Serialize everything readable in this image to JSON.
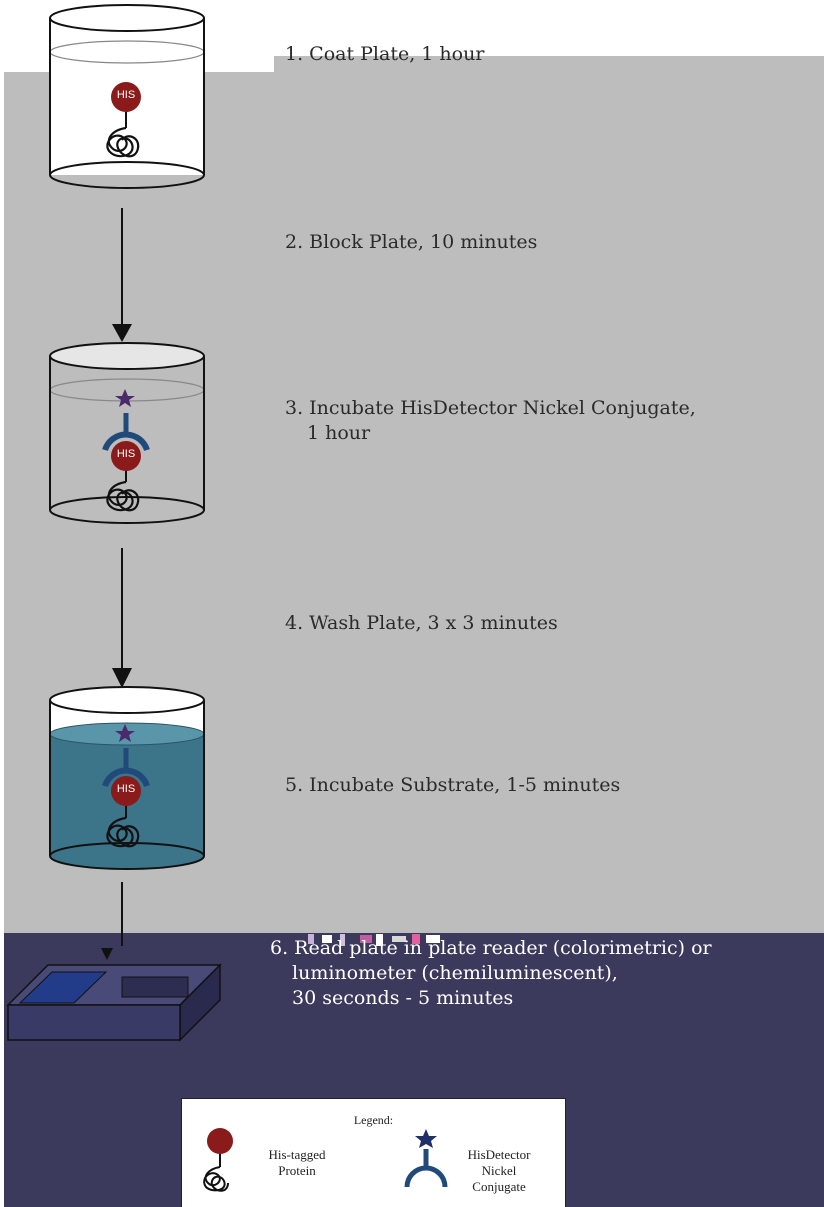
{
  "steps": [
    {
      "id": 1,
      "lines": [
        "1. Coat Plate, 1 hour"
      ]
    },
    {
      "id": 2,
      "lines": [
        "2. Block Plate, 10 minutes"
      ]
    },
    {
      "id": 3,
      "lines": [
        "3. Incubate HisDetector Nickel Conjugate,",
        "1 hour"
      ]
    },
    {
      "id": 4,
      "lines": [
        "4. Wash Plate, 3 x 3 minutes"
      ]
    },
    {
      "id": 5,
      "lines": [
        "5. Incubate Substrate, 1-5 minutes"
      ]
    },
    {
      "id": 6,
      "lines": [
        "6. Read plate in plate reader (colorimetric) or",
        "luminometer (chemiluminescent),",
        "30 seconds - 5 minutes"
      ]
    }
  ],
  "tag_label": "HIS",
  "legend": {
    "title": "Legend:",
    "items": [
      {
        "label_lines": [
          "His-tagged",
          "Protein"
        ],
        "icon": "his-tagged-protein-icon"
      },
      {
        "label_lines": [
          "HisDetector",
          "Nickel",
          "Conjugate"
        ],
        "icon": "nickel-conjugate-icon"
      }
    ]
  },
  "colors": {
    "gray_overlay": "#bdbdbd",
    "navy_overlay": "#3b3a5c",
    "his_tag": "#8b1a1a",
    "star": "#4a2a6a",
    "conjugate_arc": "#1f4a7a",
    "substrate": "#3c7489",
    "reader_body": "#3a3a66",
    "reader_window": "#233c8a"
  }
}
